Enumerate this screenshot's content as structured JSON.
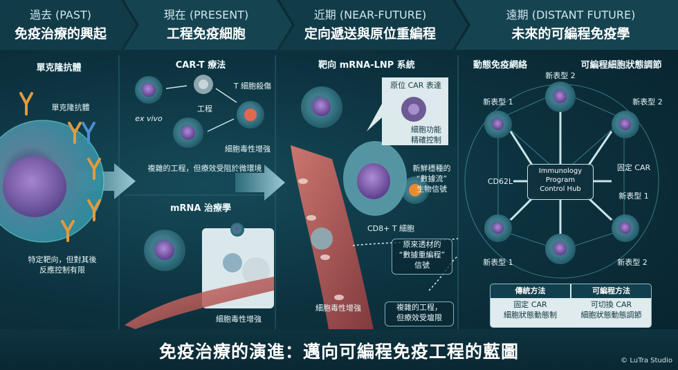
{
  "phases": [
    {
      "title": "過去 (PAST)",
      "subtitle": "免疫治療的興起"
    },
    {
      "title": "現在 (PRESENT)",
      "subtitle": "工程免疫細胞"
    },
    {
      "title": "近期 (NEAR-FUTURE)",
      "subtitle": "定向遞送與原位重編程"
    },
    {
      "title": "遠期 (DISTANT FUTURE)",
      "subtitle": "未來的可編程免疫學"
    }
  ],
  "past": {
    "section": "單克隆抗體",
    "antibody_label": "單克隆抗體",
    "caption": "特定靶向，但對其後\n反應控制有限"
  },
  "present": {
    "cart_title": "CAR-T 療法",
    "ex_vivo": "ex vivo",
    "engineering": "工程",
    "t_kill": "T 細胞殺傷",
    "cytotox": "細胞毒性增強",
    "arrow_caption": "複雜的工程，但療效受阻於微環境",
    "mrna_title": "mRNA 治療學",
    "mrna_cytotox": "細胞毒性增強"
  },
  "near": {
    "section": "靶向 mRNA-LNP 系統",
    "insitu_title": "原位 CAR 表達",
    "insitu_caption": "細胞功能\n精確控制",
    "signal": "新鮮穩種的\n“數據流”\n生物信號",
    "cd8": "CD8+ T 細胞",
    "reprogram": "原來透材的\n“數據重編程”\n信號",
    "cytotox": "細胞毒性增強",
    "complex": "複雜的工程，\n但療效受壇限"
  },
  "distant": {
    "network": "動態免疫網絡",
    "states": "可編程細胞狀態調節",
    "hub": "Immunology\nProgram\nControl Hub",
    "nodes": [
      "新表型 2",
      "新表型 1",
      "新表型 2",
      "新表型 1",
      "新表型 2",
      "CD62L",
      "固定 CAR",
      "新表型 1"
    ],
    "table": {
      "col1_header": "傳統方法",
      "col2_header": "可編程方法",
      "col1_body": "固定 CAR\n細胞狀態動態制",
      "col2_body": "可切換 CAR\n細胞狀態動態調節"
    }
  },
  "footer": {
    "title": "免疫治療的演進：邁向可編程免疫工程的藍圖",
    "credit": "© LuTra Studio"
  },
  "colors": {
    "teal": "#2fb5b8",
    "cell_purple": "#8a6fb8",
    "orange": "#e88a2e",
    "vessel": "#c9665e"
  }
}
